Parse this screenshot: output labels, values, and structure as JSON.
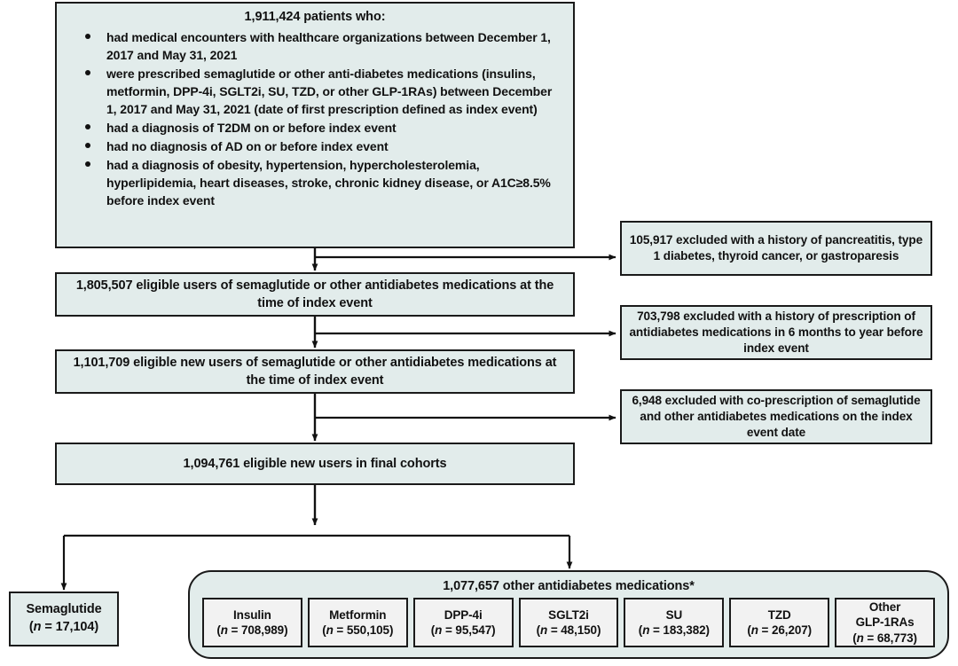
{
  "chart_data": {
    "type": "diagram",
    "title": "Patient cohort selection flow diagram",
    "nodes": [
      {
        "id": "top",
        "label": "1,911,424 patients who:",
        "value": 1911424
      },
      {
        "id": "eligible_users",
        "label": "1,805,507 eligible users of semaglutide or other antidiabetes medications at the time of index event",
        "value": 1805507
      },
      {
        "id": "eligible_new_users",
        "label": "1,101,709 eligible new users of semaglutide or other antidiabetes medications at the time of index event",
        "value": 1101709
      },
      {
        "id": "final_cohorts",
        "label": "1,094,761 eligible new users in final cohorts",
        "value": 1094761
      },
      {
        "id": "semaglutide",
        "label": "Semaglutide",
        "value": 17104
      },
      {
        "id": "other_meds",
        "label": "1,077,657 other antidiabetes medications*",
        "value": 1077657
      }
    ],
    "exclusions": [
      {
        "value": 105917,
        "reason": "history of pancreatitis, type 1 diabetes, thyroid cancer, or gastroparesis"
      },
      {
        "value": 703798,
        "reason": "history of prescription of antidiabetes medications in 6 months to year before index event"
      },
      {
        "value": 6948,
        "reason": "co-prescription of semaglutide and other antidiabetes medications on the index event date"
      }
    ],
    "drug_breakdown": {
      "categories": [
        "Insulin",
        "Metformin",
        "DPP-4i",
        "SGLT2i",
        "SU",
        "TZD",
        "Other GLP-1RAs"
      ],
      "values": [
        708989,
        550105,
        95547,
        48150,
        183382,
        26207,
        68773
      ]
    }
  },
  "colors": {
    "box_fill": "#e2eceb",
    "inner_box_fill": "#f2f2f2",
    "border": "#1a1a1a",
    "text": "#111111",
    "page_bg": "#ffffff"
  },
  "top_box": {
    "headline": "1,911,424 patients who:",
    "bullets": [
      "had medical encounters with healthcare organizations  between December 1, 2017 and May 31, 2021",
      "were prescribed semaglutide or other anti-diabetes medications (insulins, metformin, DPP-4i, SGLT2i, SU, TZD, or other GLP-1RAs) between December 1, 2017 and May 31, 2021 (date of first prescription defined as index event)",
      "had a diagnosis of T2DM on or before index event",
      "had no diagnosis of AD on or before index event",
      "had a diagnosis of obesity, hypertension, hypercholesterolemia, hyperlipidemia, heart diseases, stroke, chronic kidney disease, or A1C≥8.5% before index event"
    ]
  },
  "flow": {
    "box2": "1,805,507 eligible users of semaglutide or other antidiabetes medications at the time of index event",
    "box3": "1,101,709 eligible new users of semaglutide or other antidiabetes medications at the time of index event",
    "box4": "1,094,761 eligible new users in final cohorts"
  },
  "exclusions": {
    "excl1": "105,917 excluded with a history of pancreatitis, type 1 diabetes, thyroid cancer, or gastroparesis",
    "excl2": "703,798 excluded with a history of prescription of antidiabetes medications in 6 months to year before index event",
    "excl3": "6,948 excluded with co-prescription of semaglutide and other antidiabetes medications on the index event date"
  },
  "semaglutide": {
    "label": "Semaglutide",
    "n_prefix": "(",
    "n_italic": "n",
    "n_value": " = 17,104)"
  },
  "other_box": {
    "title": "1,077,657 other antidiabetes medications*",
    "medications": [
      {
        "name": "Insulin",
        "n": " = 708,989)"
      },
      {
        "name": "Metformin",
        "n": " = 550,105)"
      },
      {
        "name": "DPP-4i",
        "n": " = 95,547)"
      },
      {
        "name": "SGLT2i",
        "n": " = 48,150)"
      },
      {
        "name": "SU",
        "n": " = 183,382)"
      },
      {
        "name": "TZD",
        "n": " = 26,207)"
      },
      {
        "name": "Other GLP-1RAs",
        "n": " = 68,773)",
        "name_line1": "Other",
        "name_line2": "GLP-1RAs"
      }
    ]
  }
}
